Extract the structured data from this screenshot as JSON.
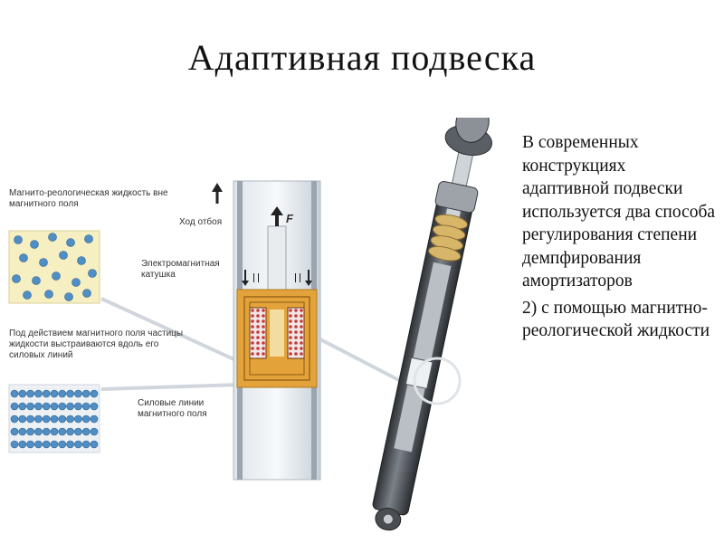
{
  "slide": {
    "title": "Адаптивная подвеска",
    "paragraphs": [
      "В современных конструкциях адаптивной подвески используется два способа регулирования степени демпфирования амортизаторов",
      "2) с помощью магнитно-реологической жидкости"
    ]
  },
  "figure": {
    "label_fluid_outside": "Магнито-реологическая жидкость вне магнитного поля",
    "label_fluid_inside": "Под действием магнитного поля частицы жидкости выстраиваются вдоль его силовых линий",
    "label_rebound": "Ход отбоя",
    "label_force": "F",
    "label_coil": "Электромагнитная катушка",
    "label_field_lines": "Силовые линии магнитного поля"
  },
  "colors": {
    "particle": "#4f8fc6",
    "fluid_bg": "#f6efc2",
    "coil_orange": "#e3a33a",
    "cylinder": "#c9d3dc",
    "shock_body": "#3f4348"
  }
}
